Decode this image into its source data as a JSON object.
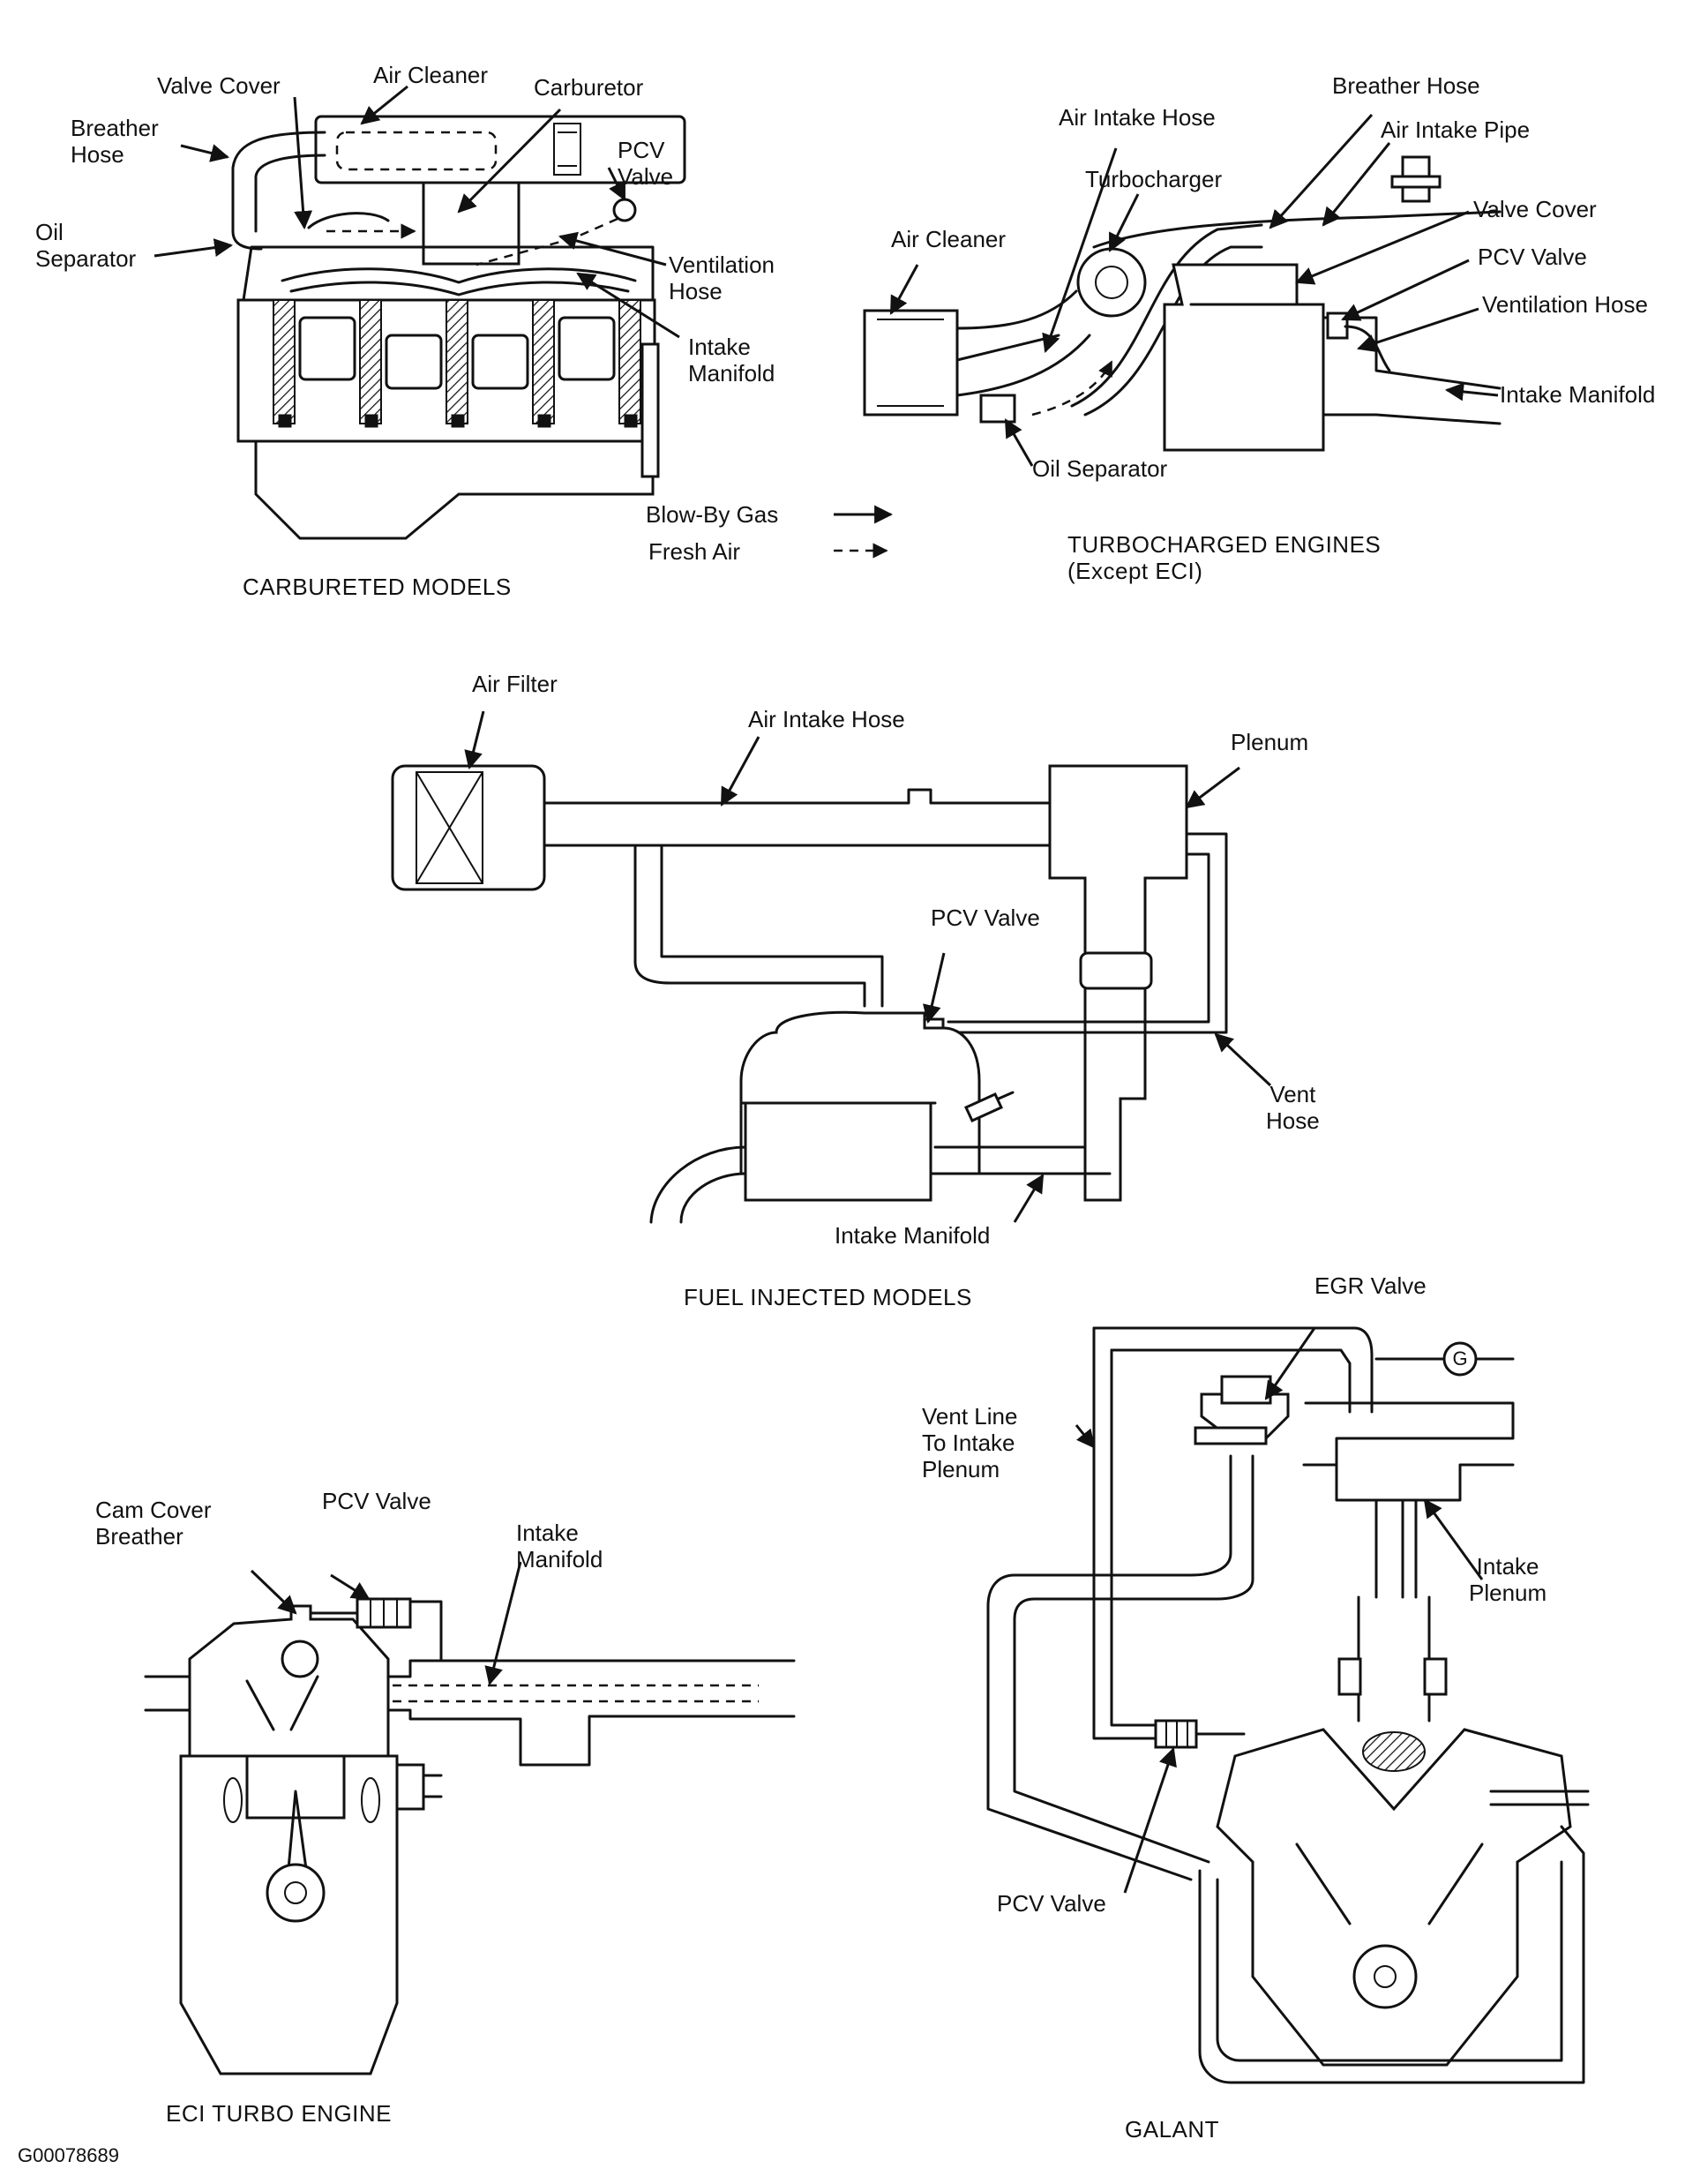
{
  "sections": {
    "carbureted": {
      "caption": "CARBURETED MODELS",
      "labels": {
        "valve_cover": "Valve Cover",
        "air_cleaner": "Air Cleaner",
        "carburetor": "Carburetor",
        "breather_hose": "Breather\nHose",
        "pcv_valve": "PCV\nValve",
        "oil_separator": "Oil\nSeparator",
        "ventilation_hose": "Ventilation\nHose",
        "intake_manifold": "Intake\nManifold"
      }
    },
    "turbo": {
      "caption": "TURBOCHARGED ENGINES\n(Except ECI)",
      "labels": {
        "breather_hose": "Breather Hose",
        "air_intake_hose": "Air Intake Hose",
        "air_intake_pipe": "Air Intake Pipe",
        "turbocharger": "Turbocharger",
        "valve_cover": "Valve Cover",
        "air_cleaner": "Air Cleaner",
        "pcv_valve": "PCV Valve",
        "ventilation_hose": "Ventilation Hose",
        "intake_manifold": "Intake Manifold",
        "oil_separator": "Oil Separator"
      }
    },
    "legend": {
      "blow_by_gas": "Blow-By Gas",
      "fresh_air": "Fresh Air"
    },
    "fuel_injected": {
      "caption": "FUEL INJECTED MODELS",
      "labels": {
        "air_filter": "Air Filter",
        "air_intake_hose": "Air Intake Hose",
        "plenum": "Plenum",
        "pcv_valve": "PCV Valve",
        "vent_hose": "Vent\nHose",
        "intake_manifold": "Intake Manifold"
      }
    },
    "eci_turbo": {
      "caption": "ECI TURBO ENGINE",
      "labels": {
        "cam_cover_breather": "Cam Cover\nBreather",
        "pcv_valve": "PCV Valve",
        "intake_manifold": "Intake\nManifold"
      }
    },
    "galant": {
      "caption": "GALANT",
      "labels": {
        "egr_valve": "EGR Valve",
        "vent_line": "Vent Line\nTo Intake\nPlenum",
        "intake_plenum": "Intake\nPlenum",
        "pcv_valve": "PCV Valve",
        "g_marker": "G"
      }
    }
  },
  "figure_code": "G00078689"
}
